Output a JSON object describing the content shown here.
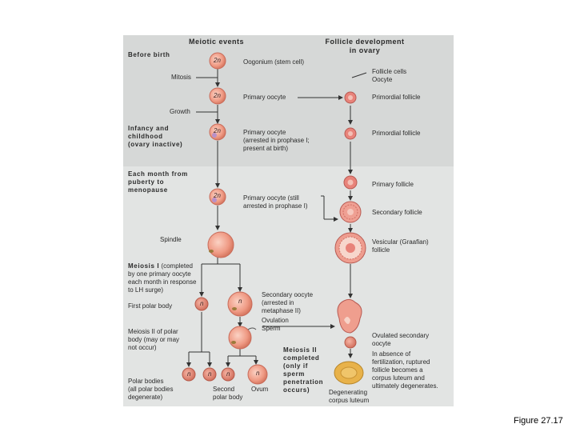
{
  "headings": {
    "meiotic": "Meiotic events",
    "follicle": "Follicle development\nin ovary"
  },
  "stages": {
    "before_birth": "Before birth",
    "mitosis": "Mitosis",
    "growth": "Growth",
    "infancy": "Infancy and\nchildhood\n(ovary inactive)",
    "puberty": "Each month from\npuberty to\nmenopause",
    "spindle": "Spindle",
    "meiosis1_bold": "Meiosis I",
    "meiosis1_text": " (completed\nby one primary oocyte\neach month in response\nto LH surge)",
    "first_polar": "First polar body",
    "meiosis2": "Meiosis II of polar\nbody (may or may\nnot occur)",
    "polar_bodies": "Polar bodies\n(all polar bodies\ndegenerate)",
    "second_polar": "Second\npolar body",
    "ovum": "Ovum",
    "meiosis2_done": "Meiosis II\ncompleted\n(only if\nsperm\npenetration\noccurs)"
  },
  "cells": {
    "oogonium": "Oogonium (stem cell)",
    "primary_oocyte": "Primary oocyte",
    "primary_oocyte_arrest": "Primary oocyte\n(arrested in prophase I;\npresent at birth)",
    "primary_oocyte_still": "Primary oocyte (still\narrested in prophase I)",
    "secondary_oocyte": "Secondary oocyte\n(arrested in\nmetaphase II)",
    "ovulation": "Ovulation",
    "sperm": "Sperm"
  },
  "follicles": {
    "follicle_cells": "Follicle cells\nOocyte",
    "primordial_1": "Primordial follicle",
    "primordial_2": "Primordial follicle",
    "primary": "Primary follicle",
    "secondary": "Secondary follicle",
    "vesicular": "Vesicular (Graafian)\nfollicle",
    "ovulated": "Ovulated secondary\noocyte",
    "absence": "In absence of\nfertilization, ruptured\nfollicle becomes a\ncorpus luteum and\nultimately degenerates.",
    "degenerating": "Degenerating\ncorpus luteum"
  },
  "ploidy": {
    "diploid": "2n",
    "haploid": "n"
  },
  "caption": "Figure 27.17",
  "colors": {
    "cell_fill": "#ef9a84",
    "cell_edge": "#c86b5a",
    "nucleus": "#b890c8",
    "follicle": "#e8837a",
    "corpus": "#e8b24a"
  }
}
